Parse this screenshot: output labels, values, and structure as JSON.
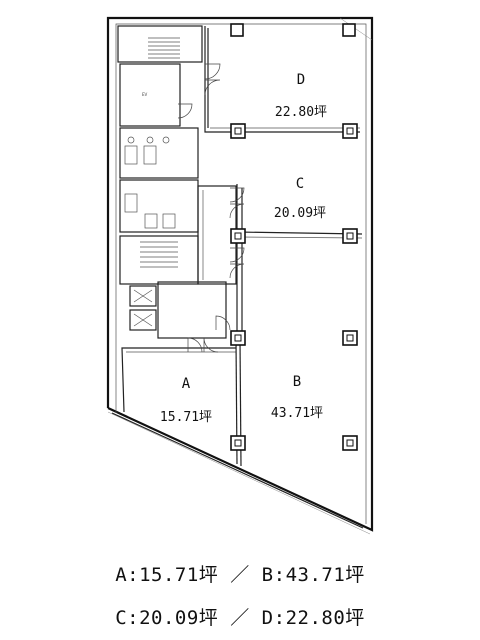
{
  "units": [
    {
      "id": "D",
      "area": "22.80坪"
    },
    {
      "id": "C",
      "area": "20.09坪"
    },
    {
      "id": "A",
      "area": "15.71坪"
    },
    {
      "id": "B",
      "area": "43.71坪"
    }
  ],
  "summary": {
    "line1": "A:15.71坪 ／ B:43.71坪",
    "line2": "C:20.09坪 ／ D:22.80坪"
  }
}
